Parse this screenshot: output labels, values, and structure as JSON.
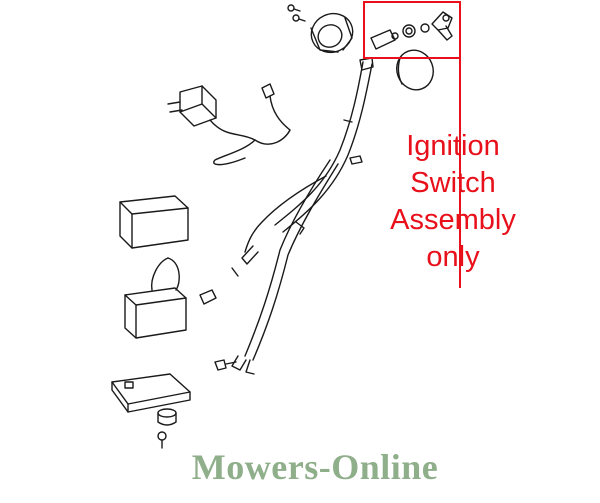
{
  "callout": {
    "lines": [
      "Ignition",
      "Switch",
      "Assembly",
      "only"
    ],
    "color": "#e8101a"
  },
  "watermark": {
    "text": "Mowers-Online",
    "color": "#8fae8a"
  }
}
